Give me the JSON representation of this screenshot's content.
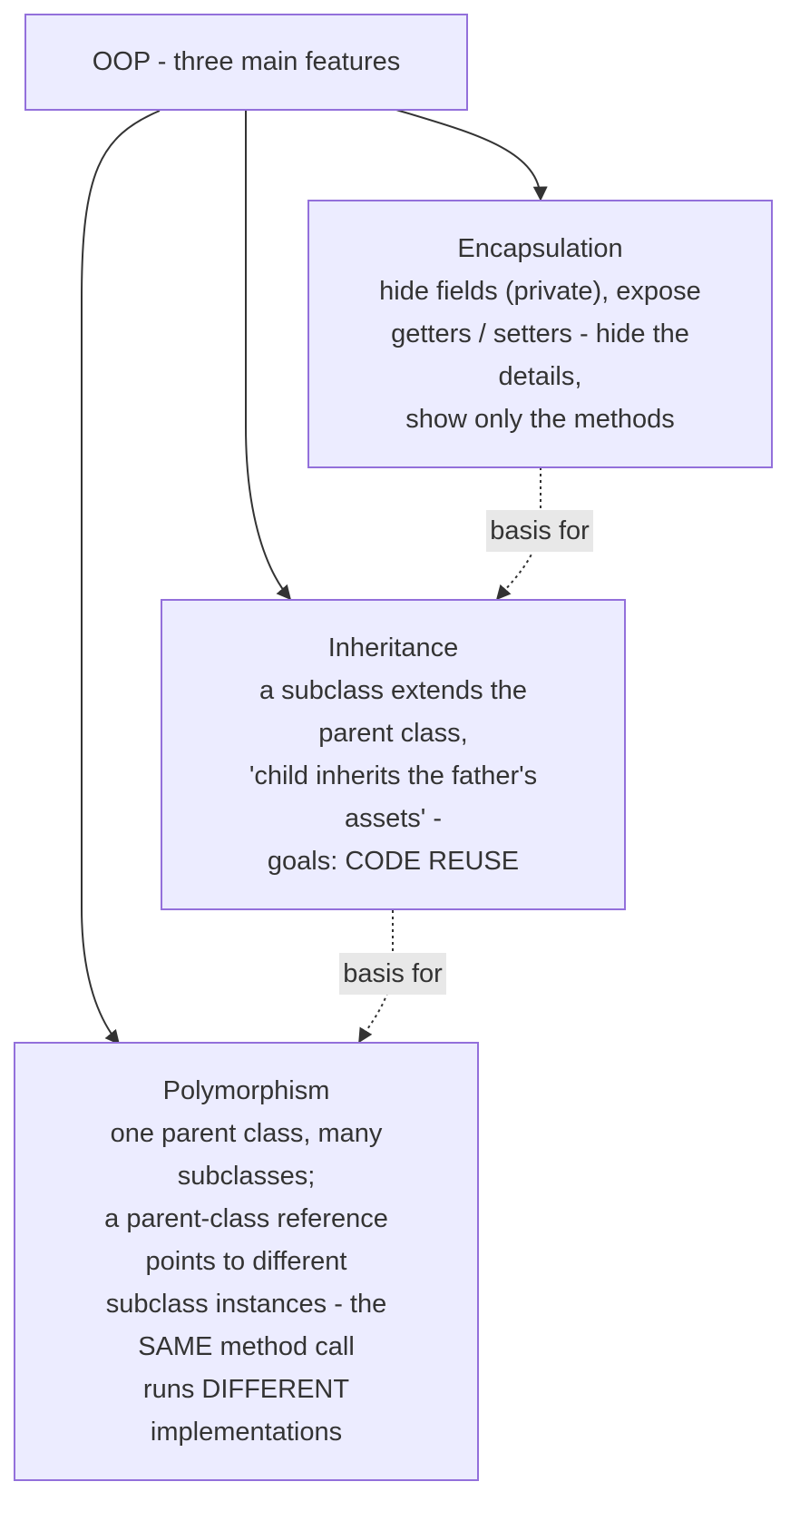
{
  "nodes": {
    "root": {
      "label": "OOP - three main features"
    },
    "encapsulation": {
      "lines": [
        "Encapsulation",
        "hide fields (private), expose",
        "getters / setters - hide the",
        "details,",
        "show only the methods"
      ]
    },
    "inheritance": {
      "lines": [
        "Inheritance",
        "a subclass extends the",
        "parent class,",
        "'child inherits the father's",
        "assets' -",
        "goals: CODE REUSE"
      ]
    },
    "polymorphism": {
      "lines": [
        "Polymorphism",
        "one parent class, many",
        "subclasses;",
        "a parent-class reference",
        "points to different",
        "subclass instances - the",
        "SAME method call",
        "runs DIFFERENT",
        "implementations"
      ]
    }
  },
  "edges": [
    {
      "from": "root",
      "to": "encapsulation",
      "style": "solid",
      "label": ""
    },
    {
      "from": "root",
      "to": "inheritance",
      "style": "solid",
      "label": ""
    },
    {
      "from": "root",
      "to": "polymorphism",
      "style": "solid",
      "label": ""
    },
    {
      "from": "encapsulation",
      "to": "inheritance",
      "style": "dotted",
      "label": "basis for"
    },
    {
      "from": "inheritance",
      "to": "polymorphism",
      "style": "dotted",
      "label": "basis for"
    }
  ],
  "colors": {
    "node_fill": "#ececff",
    "node_border": "#9370db",
    "text": "#333333",
    "edge": "#333333",
    "edge_label_bg": "#e8e8e8"
  }
}
